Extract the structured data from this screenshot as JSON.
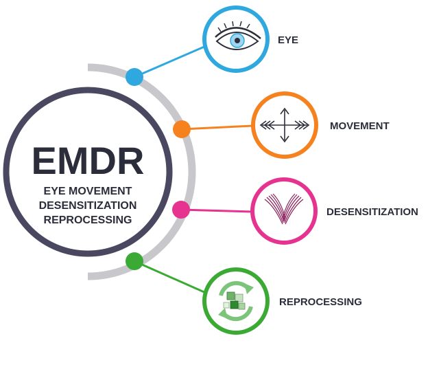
{
  "center": {
    "acronym": "EMDR",
    "lines": [
      "EYE MOVEMENT",
      "DESENSITIZATION",
      "REPROCESSING"
    ]
  },
  "items": [
    {
      "label": "EYE",
      "icon": "eye-icon",
      "color": "#2ea8df"
    },
    {
      "label": "MOVEMENT",
      "icon": "four-way-arrow-icon",
      "color": "#f5821f"
    },
    {
      "label": "DESENSITIZATION",
      "icon": "wave-lines-icon",
      "color": "#e6338f"
    },
    {
      "label": "REPROCESSING",
      "icon": "recycle-squares-icon",
      "color": "#3aaa35"
    }
  ],
  "colors": {
    "dark": "#4a4860",
    "arc": "#c8c8cc",
    "text": "#2b2d3a"
  }
}
